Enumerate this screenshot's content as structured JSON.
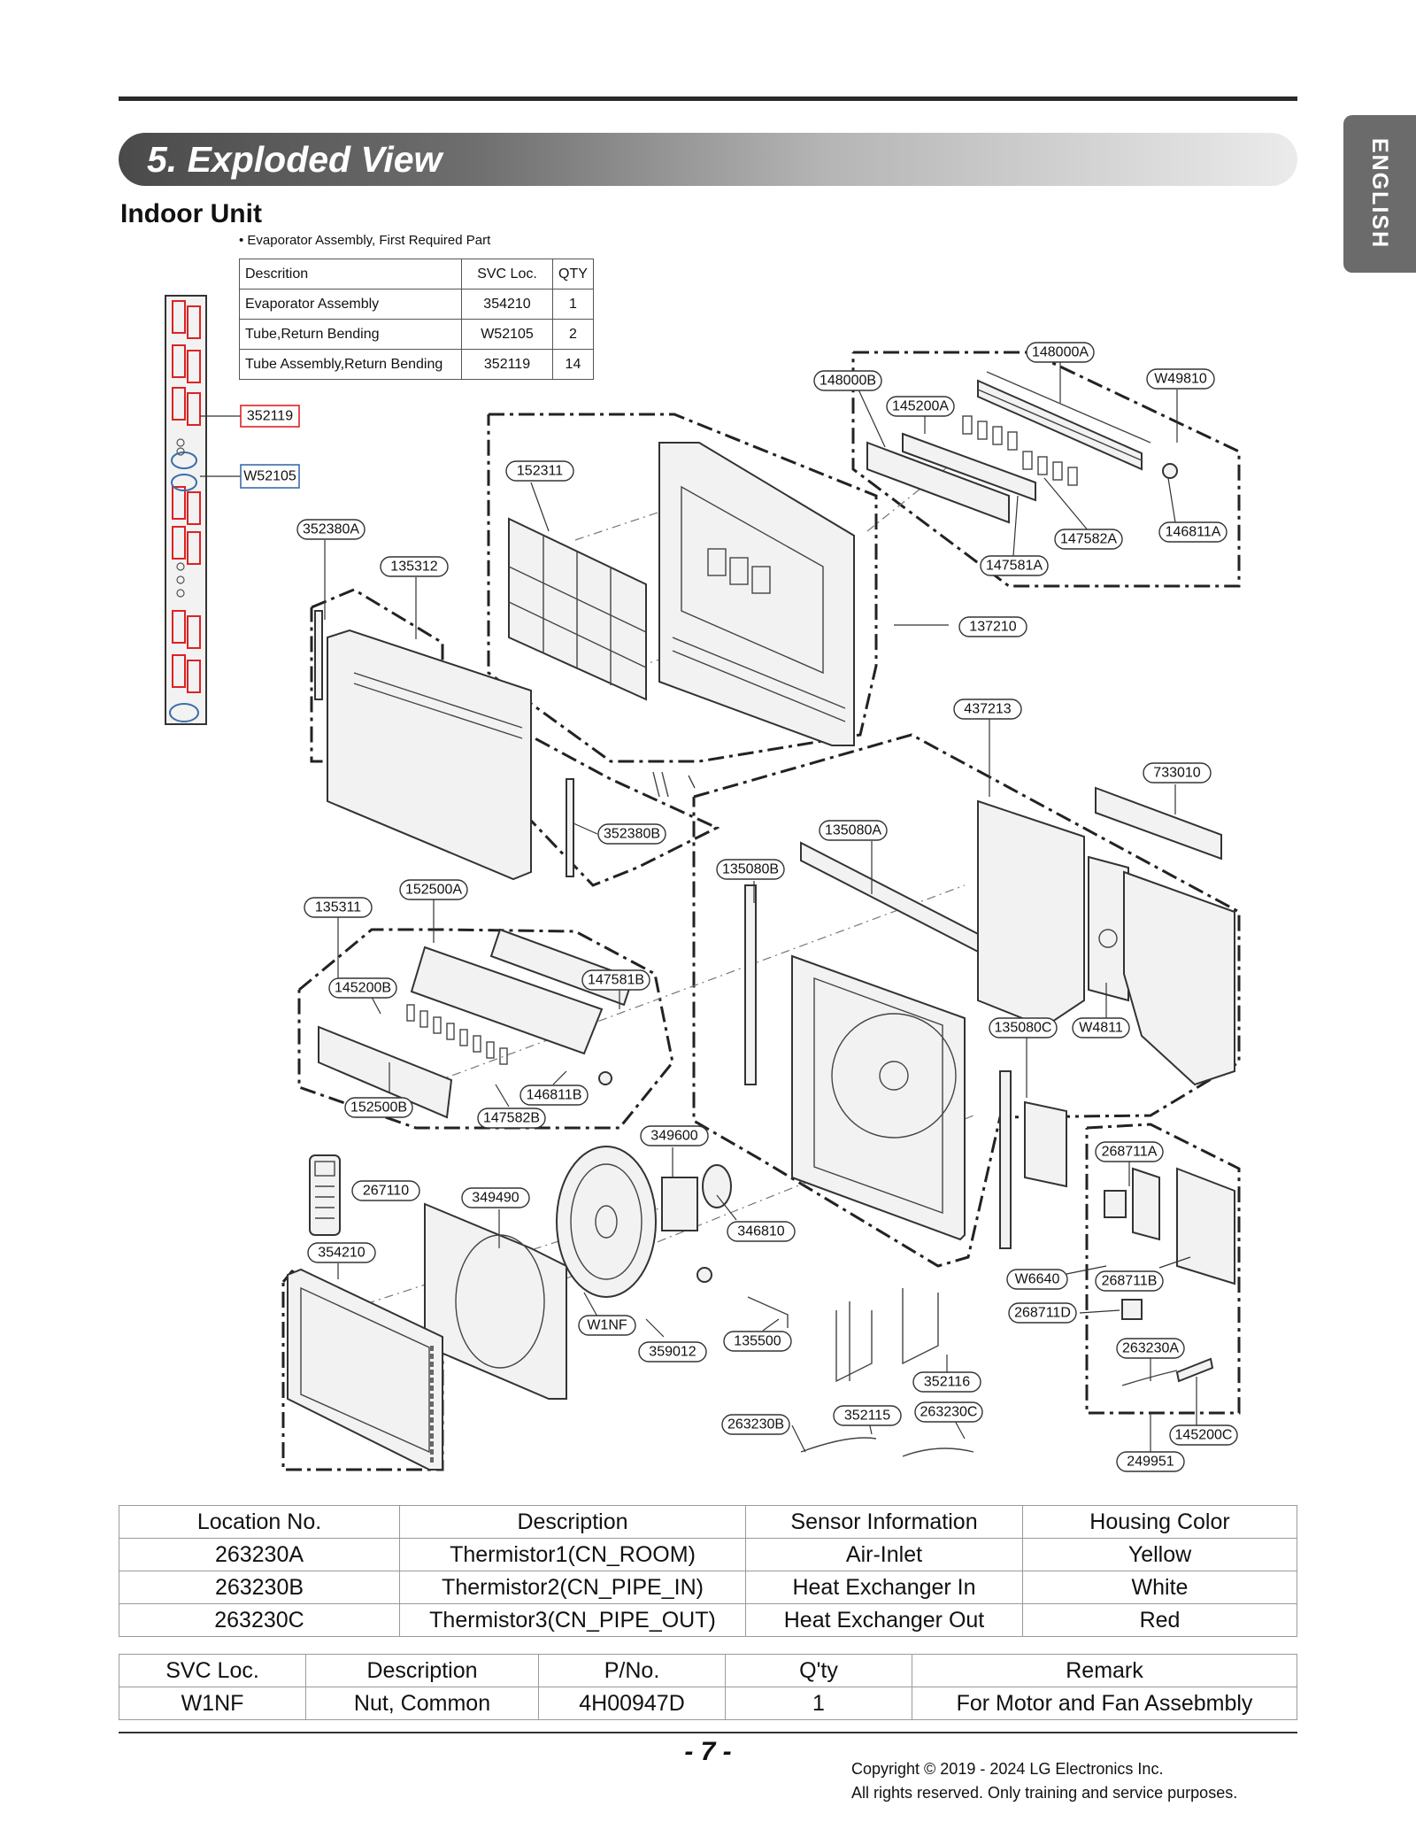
{
  "section": {
    "title": "5. Exploded View",
    "language_tab": "ENGLISH"
  },
  "subtitle": "Indoor Unit",
  "required_parts": {
    "note": "• Evaporator Assembly, First Required Part",
    "headers": [
      "Descrition",
      "SVC Loc.",
      "QTY"
    ],
    "rows": [
      [
        "Evaporator Assembly",
        "354210",
        "1"
      ],
      [
        "Tube,Return Bending",
        "W52105",
        "2"
      ],
      [
        "Tube Assembly,Return Bending",
        "352119",
        "14"
      ]
    ]
  },
  "diagram": {
    "callouts": {
      "c352119": "352119",
      "cW52105": "W52105",
      "c148000A": "148000A",
      "c148000B": "148000B",
      "cW49810": "W49810",
      "c145200A": "145200A",
      "c147582A": "147582A",
      "c146811A": "146811A",
      "c147581A": "147581A",
      "c152311": "152311",
      "c352380A": "352380A",
      "c135312": "135312",
      "c137210": "137210",
      "c437213": "437213",
      "c733010": "733010",
      "c352380B": "352380B",
      "c135080A": "135080A",
      "c135080B": "135080B",
      "c152500A": "152500A",
      "c135311": "135311",
      "c147581B": "147581B",
      "c145200B": "145200B",
      "c146811B": "146811B",
      "c152500B": "152500B",
      "c147582B": "147582B",
      "c135080C": "135080C",
      "cW4811": "W4811",
      "c349600": "349600",
      "c268711A": "268711A",
      "c267110": "267110",
      "c349490": "349490",
      "c346810": "346810",
      "c354210": "354210",
      "cW6640": "W6640",
      "c268711B": "268711B",
      "c268711D": "268711D",
      "cW1NF": "W1NF",
      "c359012": "359012",
      "c135500": "135500",
      "c263230A": "263230A",
      "c352116": "352116",
      "c263230C": "263230C",
      "c352115": "352115",
      "c263230B": "263230B",
      "c145200C": "145200C",
      "c249951": "249951"
    }
  },
  "sensor_table": {
    "headers": [
      "Location No.",
      "Description",
      "Sensor Information",
      "Housing Color"
    ],
    "rows": [
      [
        "263230A",
        "Thermistor1(CN_ROOM)",
        "Air-Inlet",
        "Yellow"
      ],
      [
        "263230B",
        "Thermistor2(CN_PIPE_IN)",
        "Heat Exchanger In",
        "White"
      ],
      [
        "263230C",
        "Thermistor3(CN_PIPE_OUT)",
        "Heat Exchanger Out",
        "Red"
      ]
    ]
  },
  "parts_table": {
    "headers": [
      "SVC Loc.",
      "Description",
      "P/No.",
      "Q'ty",
      "Remark"
    ],
    "rows": [
      [
        "W1NF",
        "Nut, Common",
        "4H00947D",
        "1",
        "For Motor and Fan Assebmbly"
      ]
    ]
  },
  "footer": {
    "page_number": "- 7 -",
    "copyright_line1": "Copyright © 2019 - 2024 LG Electronics Inc.",
    "copyright_line2": "All rights reserved. Only training and service purposes."
  }
}
